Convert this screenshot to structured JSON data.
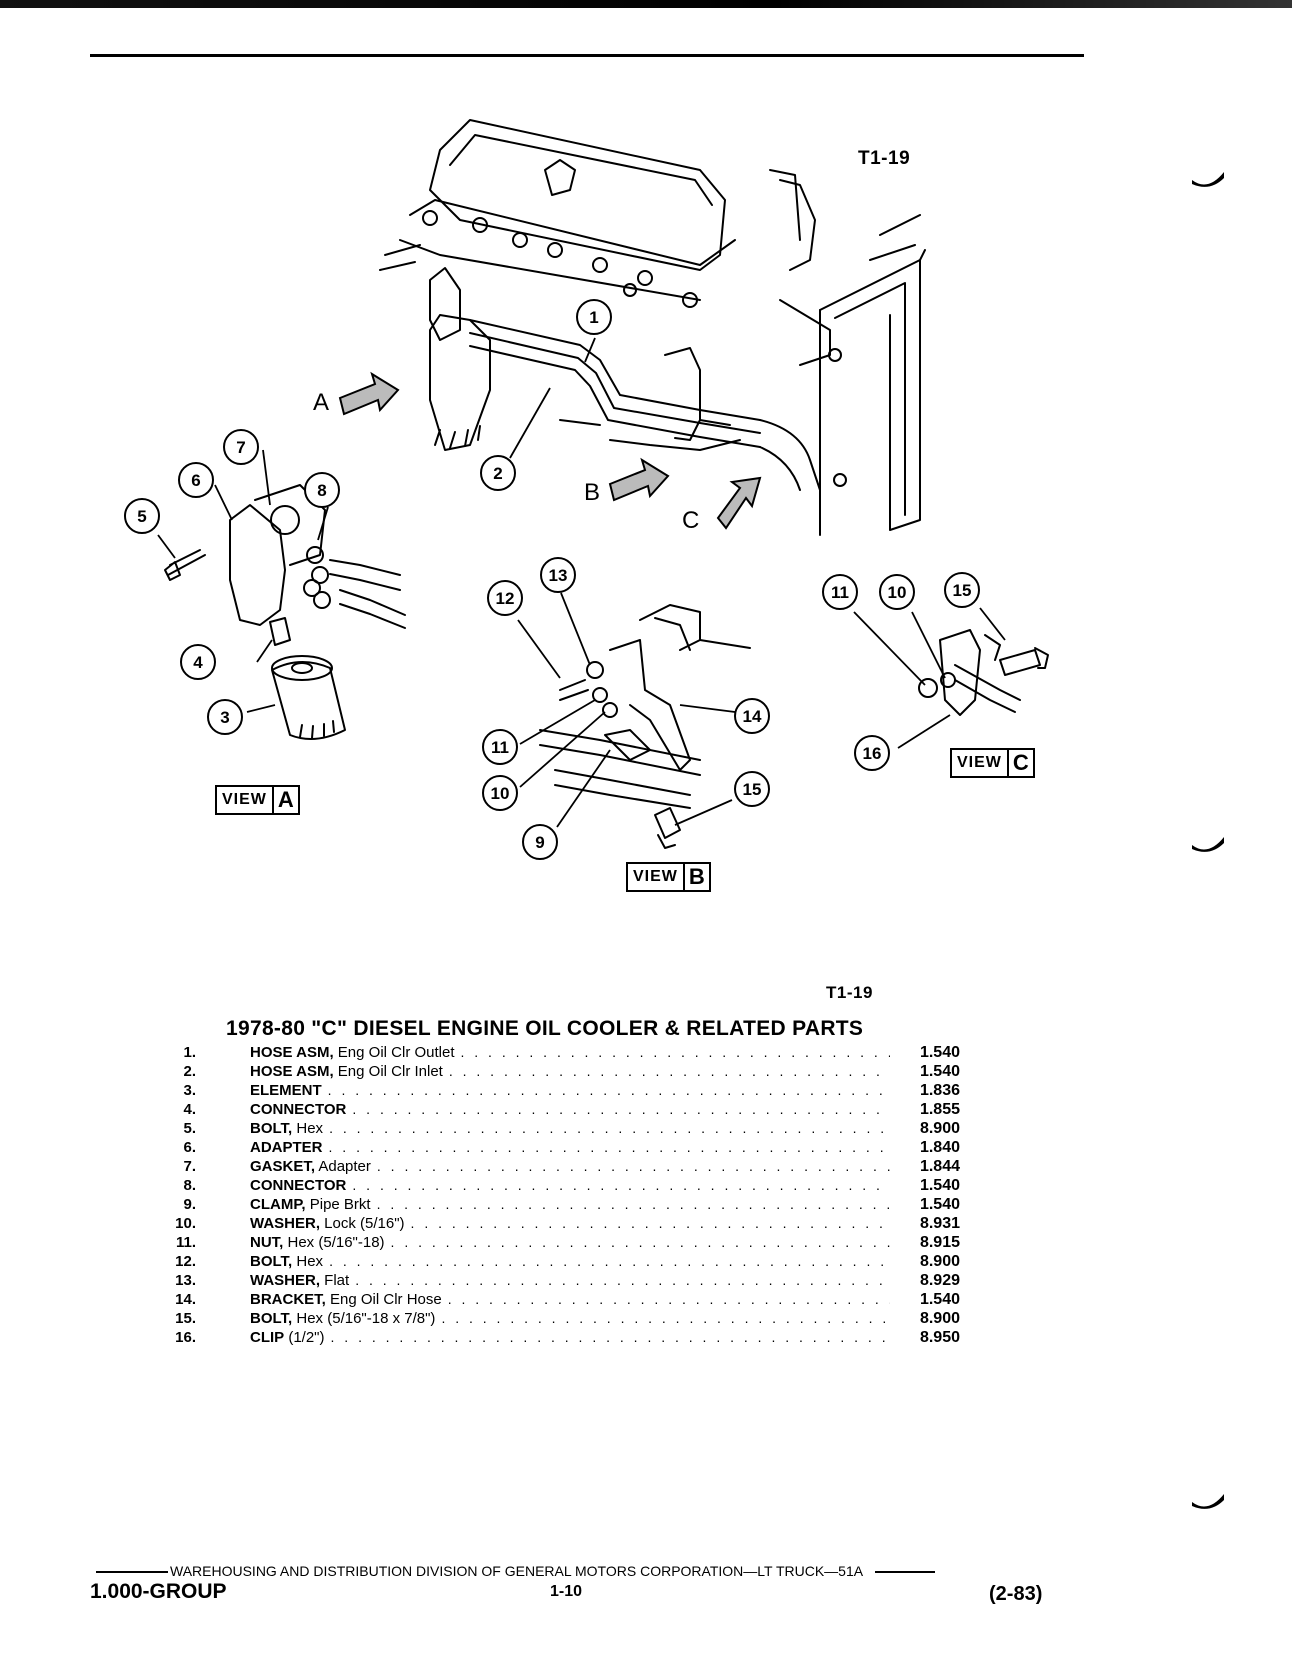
{
  "figure_code": "T1-19",
  "views": {
    "a": "A",
    "b": "B",
    "c": "C",
    "view_word": "VIEW"
  },
  "arrows": {
    "a": "A",
    "b": "B",
    "c": "C"
  },
  "parts_title": "1978-80 \"C\" DIESEL ENGINE OIL COOLER & RELATED PARTS",
  "parts": [
    {
      "num": "1.",
      "name": "HOSE ASM,",
      "desc": " Eng Oil Clr Outlet",
      "group": "1.540"
    },
    {
      "num": "2.",
      "name": "HOSE ASM,",
      "desc": " Eng Oil Clr Inlet",
      "group": "1.540"
    },
    {
      "num": "3.",
      "name": "ELEMENT",
      "desc": "",
      "group": "1.836"
    },
    {
      "num": "4.",
      "name": "CONNECTOR",
      "desc": "",
      "group": "1.855"
    },
    {
      "num": "5.",
      "name": "BOLT,",
      "desc": " Hex",
      "group": "8.900"
    },
    {
      "num": "6.",
      "name": "ADAPTER",
      "desc": "",
      "group": "1.840"
    },
    {
      "num": "7.",
      "name": "GASKET,",
      "desc": " Adapter",
      "group": "1.844"
    },
    {
      "num": "8.",
      "name": "CONNECTOR",
      "desc": "",
      "group": "1.540"
    },
    {
      "num": "9.",
      "name": "CLAMP,",
      "desc": " Pipe Brkt",
      "group": "1.540"
    },
    {
      "num": "10.",
      "name": "WASHER,",
      "desc": " Lock (5/16\")",
      "group": "8.931"
    },
    {
      "num": "11.",
      "name": "NUT,",
      "desc": " Hex (5/16\"-18)",
      "group": "8.915"
    },
    {
      "num": "12.",
      "name": "BOLT,",
      "desc": " Hex",
      "group": "8.900"
    },
    {
      "num": "13.",
      "name": "WASHER,",
      "desc": " Flat",
      "group": "8.929"
    },
    {
      "num": "14.",
      "name": "BRACKET,",
      "desc": " Eng Oil Clr Hose",
      "group": "1.540"
    },
    {
      "num": "15.",
      "name": "BOLT,",
      "desc": " Hex (5/16\"-18 x 7/8\")",
      "group": "8.900"
    },
    {
      "num": "16.",
      "name": "CLIP",
      "desc": " (1/2\")",
      "group": "8.950"
    }
  ],
  "callouts": [
    "1",
    "2",
    "3",
    "4",
    "5",
    "6",
    "7",
    "8",
    "9",
    "10",
    "11",
    "12",
    "13",
    "14",
    "15",
    "16",
    "11",
    "10",
    "15"
  ],
  "footer": {
    "division": "WAREHOUSING AND DISTRIBUTION  DIVISION OF GENERAL MOTORS CORPORATION—LT TRUCK—51A",
    "group": "1.000-GROUP",
    "page": "1-10",
    "date": "(2-83)"
  }
}
